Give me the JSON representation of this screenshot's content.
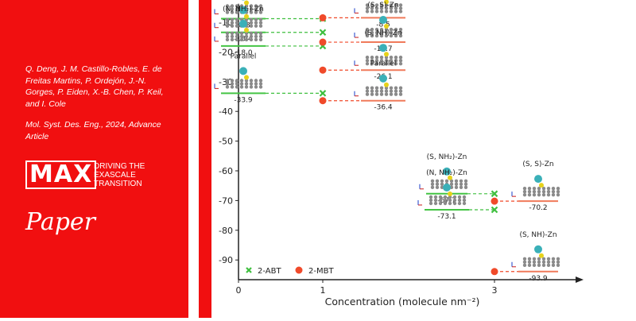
{
  "citation": {
    "authors": "Q. Deng, J. M. Castillo-Robles, E. de Freitas Martins, P. Ordejón, J.-N. Gorges, P. Eiden, X.-B. Chen, P. Keil, and I. Cole",
    "journal": "Mol. Syst. Des. Eng., 2024, Advance Article"
  },
  "logo": {
    "mark": "MAX",
    "tagline": "DRIVING THE EXASCALE TRANSITION"
  },
  "paper_word": "Paper",
  "colors": {
    "brand_red": "#f10f10",
    "abt_green": "#3fbf3f",
    "mbt_red": "#f04a2a",
    "level_green": "#44c444",
    "level_red": "#f07a5a"
  },
  "chart_data": {
    "type": "scatter",
    "xlabel": "Concentration (molecule nm⁻²)",
    "ylabel": "",
    "x_ticks": [
      "0",
      "1",
      "3"
    ],
    "y_ticks": [
      -10,
      -20,
      -30,
      -40,
      -50,
      -60,
      -70,
      -80,
      -90
    ],
    "ylim": [
      -95,
      -5
    ],
    "series": [
      {
        "name": "2-ABT",
        "marker": "x",
        "color": "#3fbf3f",
        "points": [
          {
            "x": 1,
            "y": -8.8
          },
          {
            "x": 1,
            "y": -13.4
          },
          {
            "x": 1,
            "y": -18.0
          },
          {
            "x": 1,
            "y": -33.9
          },
          {
            "x": 3,
            "y": -67.7
          },
          {
            "x": 3,
            "y": -73.1
          }
        ]
      },
      {
        "name": "2-MBT",
        "marker": "o",
        "color": "#f04a2a",
        "points": [
          {
            "x": 1,
            "y": -8.5
          },
          {
            "x": 1,
            "y": -16.7
          },
          {
            "x": 1,
            "y": -26.1
          },
          {
            "x": 1,
            "y": -36.4
          },
          {
            "x": 3,
            "y": -70.2
          },
          {
            "x": 3,
            "y": -93.9
          }
        ]
      }
    ],
    "levels": [
      {
        "label": "(NH₂)-Zn",
        "value": "-8.8",
        "color": "green"
      },
      {
        "label": "(S, NH₂)-Zn",
        "value": "-13.4",
        "color": "green"
      },
      {
        "label": "(N, NH₂)-Zn",
        "value": "-18.0",
        "color": "green"
      },
      {
        "label": "Parallel",
        "value": "-33.9",
        "color": "green"
      },
      {
        "label": "(S)-Zn",
        "value": "-8.5",
        "color": "red"
      },
      {
        "label": "(S, S)-Zn",
        "value": "-16.7",
        "color": "red"
      },
      {
        "label": "(S, NH)-Zn",
        "value": "-26.1",
        "color": "red"
      },
      {
        "label": "Parallel",
        "value": "-36.4",
        "color": "red"
      },
      {
        "label": "(S, NH₂)-Zn",
        "value": "-67.7",
        "color": "green"
      },
      {
        "label": "(N, NH₂)-Zn",
        "value": "-73.1",
        "color": "green"
      },
      {
        "label": "(S, S)-Zn",
        "value": "-70.2",
        "color": "red"
      },
      {
        "label": "(S, NH)-Zn",
        "value": "-93.9",
        "color": "red"
      }
    ],
    "legend": [
      "2-ABT",
      "2-MBT"
    ],
    "legend_position": "bottom-left"
  }
}
